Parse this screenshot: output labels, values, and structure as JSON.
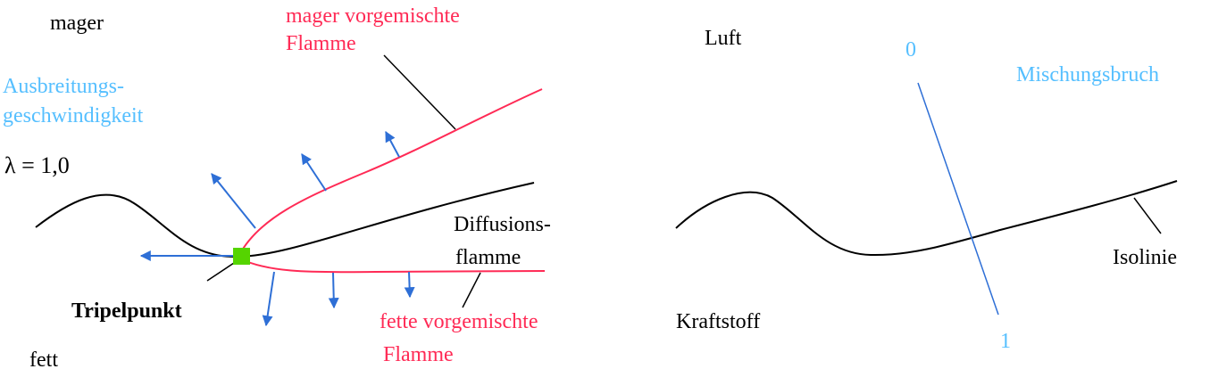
{
  "colors": {
    "black": "#000000",
    "red": "#ff2a55",
    "light_blue": "#55bfff",
    "blue": "#2e6fd6",
    "green": "#55d400"
  },
  "left": {
    "mager": "mager",
    "lean_flame_line1": "mager vorgemischte",
    "lean_flame_line2": "Flamme",
    "speed_line1": "Ausbreitungs-",
    "speed_line2": "geschwindigkeit",
    "lambda": "λ = 1,0",
    "diffusion_line1": "Diffusions-",
    "diffusion_line2": "flamme",
    "triple_point": "Tripelpunkt",
    "rich_flame_line1": "fette vorgemischte",
    "rich_flame_line2": "Flamme",
    "fett": "fett"
  },
  "right": {
    "luft": "Luft",
    "zero": "0",
    "mixture_fraction": "Mischungsbruch",
    "isoline": "Isolinie",
    "fuel": "Kraftstoff",
    "one": "1"
  }
}
